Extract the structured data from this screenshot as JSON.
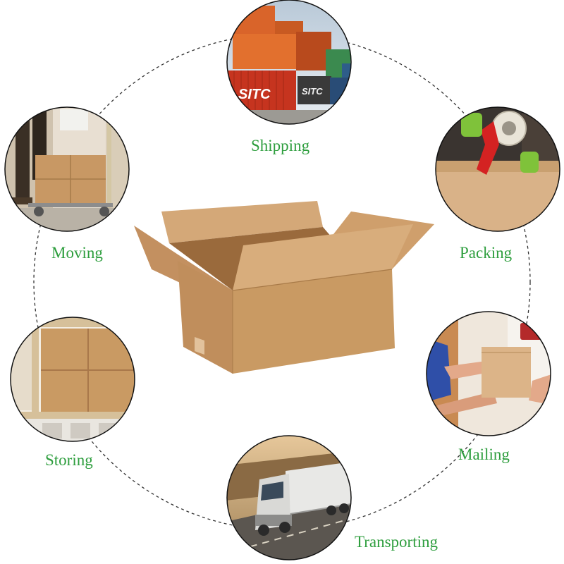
{
  "labels": {
    "shipping": "Shipping",
    "moving": "Moving",
    "packing": "Packing",
    "storing": "Storing",
    "mailing": "Mailing",
    "transporting": "Transporting"
  },
  "containers": {
    "text_left": "SITC",
    "text_right": "SITC"
  },
  "colors": {
    "label_green": "#2e9e3e",
    "cardboard": "#c99a63"
  }
}
